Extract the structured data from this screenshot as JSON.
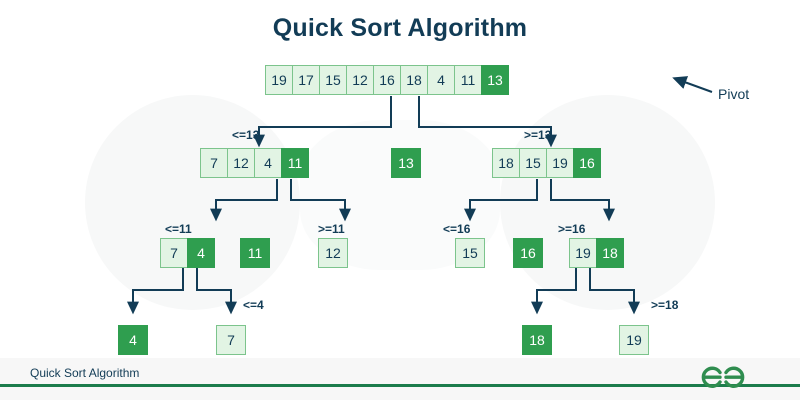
{
  "title": "Quick Sort Algorithm",
  "colors": {
    "pivot_fill": "#2f9e4f",
    "cell_fill": "#e2f4e4",
    "cell_border": "#7cc48c",
    "text": "#123c56",
    "connector": "#123c56",
    "footer_rule": "#1c7c4c",
    "logo": "#2f8d4f",
    "background": "#ffffff"
  },
  "annotations": {
    "pivot": "Pivot"
  },
  "levels": [
    {
      "name": "root",
      "arrays": [
        {
          "id": "root-array",
          "values": [
            "19",
            "17",
            "15",
            "12",
            "16",
            "18",
            "4",
            "11",
            "13"
          ],
          "pivot_index": 8,
          "condition": ""
        }
      ]
    },
    {
      "name": "level-2",
      "arrays": [
        {
          "id": "level2-left",
          "values": [
            "7",
            "12",
            "4",
            "11"
          ],
          "pivot_index": 3,
          "condition": "<=13"
        },
        {
          "id": "level2-mid",
          "values": [
            "13"
          ],
          "pivot_index": 0,
          "condition": ""
        },
        {
          "id": "level2-right",
          "values": [
            "18",
            "15",
            "19",
            "16"
          ],
          "pivot_index": 3,
          "condition": ">=13"
        }
      ]
    },
    {
      "name": "level-3",
      "arrays": [
        {
          "id": "level3-a",
          "values": [
            "7",
            "4"
          ],
          "pivot_index": 1,
          "condition": "<=11"
        },
        {
          "id": "level3-b",
          "values": [
            "11"
          ],
          "pivot_index": 0,
          "condition": ""
        },
        {
          "id": "level3-c",
          "values": [
            "12"
          ],
          "pivot_index": -1,
          "condition": ">=11"
        },
        {
          "id": "level3-d",
          "values": [
            "15"
          ],
          "pivot_index": -1,
          "condition": "<=16"
        },
        {
          "id": "level3-e",
          "values": [
            "16"
          ],
          "pivot_index": 0,
          "condition": ""
        },
        {
          "id": "level3-f",
          "values": [
            "19",
            "18"
          ],
          "pivot_index": 1,
          "condition": ">=16"
        }
      ]
    },
    {
      "name": "level-4",
      "arrays": [
        {
          "id": "level4-a",
          "values": [
            "4"
          ],
          "pivot_index": 0,
          "condition": ""
        },
        {
          "id": "level4-b",
          "values": [
            "7"
          ],
          "pivot_index": -1,
          "condition": "<=4"
        },
        {
          "id": "level4-c",
          "values": [
            "18"
          ],
          "pivot_index": 0,
          "condition": ""
        },
        {
          "id": "level4-d",
          "values": [
            "19"
          ],
          "pivot_index": -1,
          "condition": ">=18"
        }
      ]
    }
  ],
  "footer": {
    "caption": "Quick Sort Algorithm",
    "logo_name": "geeksforgeeks-logo"
  }
}
